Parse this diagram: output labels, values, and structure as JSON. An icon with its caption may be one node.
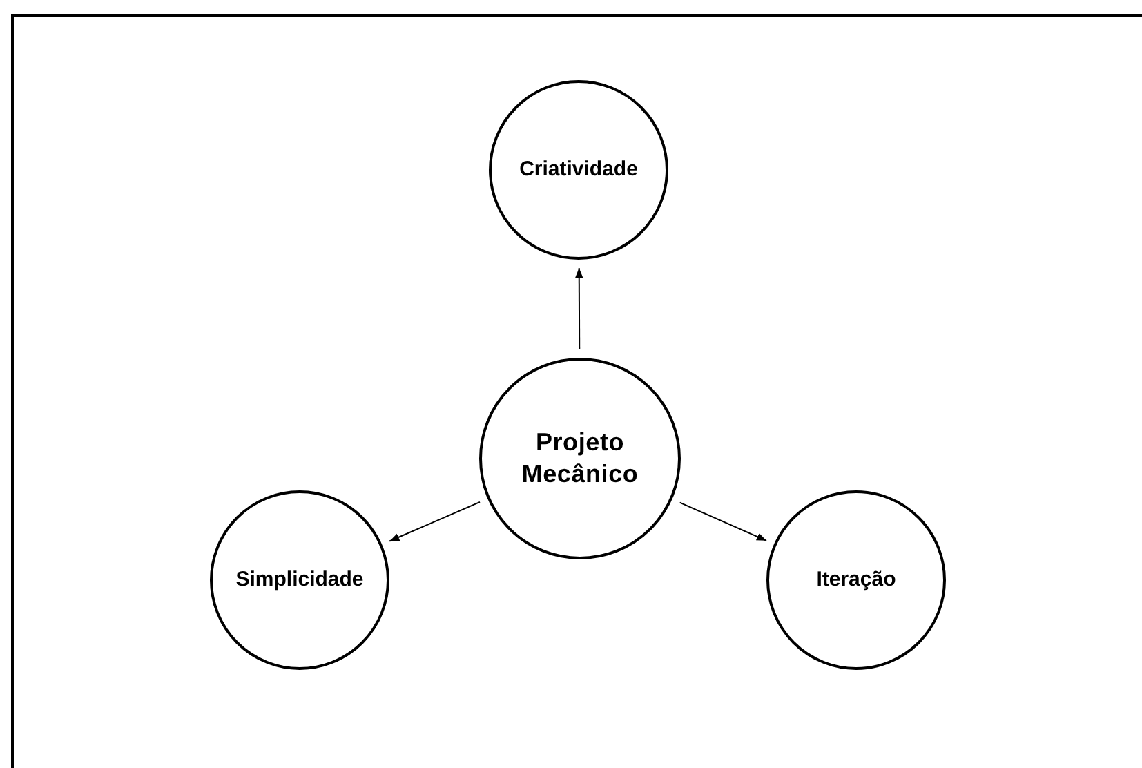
{
  "diagram": {
    "nodes": [
      {
        "text": [
          "Projeto Mecânico"
        ]
      },
      {
        "text": [
          "Criatividade"
        ]
      },
      {
        "text": [
          "Simplicidade"
        ]
      },
      {
        "text": [
          "Iteração"
        ]
      }
    ],
    "edges": [
      {
        "from": 0,
        "to": 1,
        "arrow": "to"
      },
      {
        "from": 0,
        "to": 2,
        "arrow": "to"
      },
      {
        "from": 0,
        "to": 3,
        "arrow": "to"
      }
    ]
  }
}
